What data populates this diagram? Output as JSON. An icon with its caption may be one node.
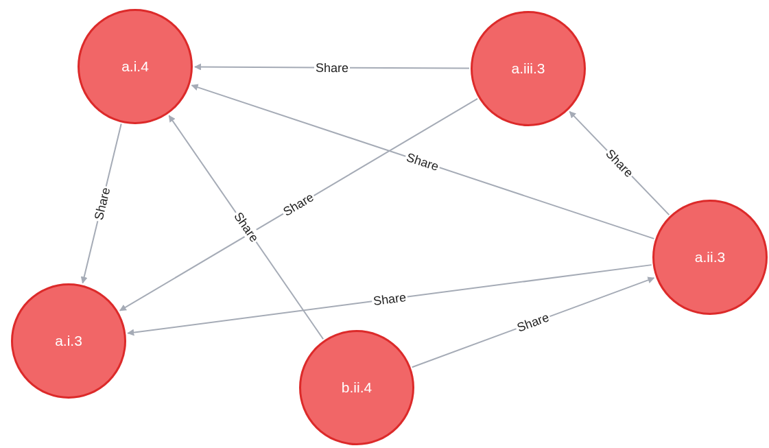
{
  "diagram": {
    "nodes": [
      {
        "text": [
          "a.i.4"
        ]
      },
      {
        "text": [
          "a.iii.3"
        ]
      },
      {
        "text": [
          "a.ii.3"
        ]
      },
      {
        "text": [
          "a.i.3"
        ]
      },
      {
        "text": [
          "b.ii.4"
        ]
      }
    ],
    "edges": [
      {
        "from": 1,
        "to": 0,
        "arrow": "to",
        "label": "Share"
      },
      {
        "from": 2,
        "to": 0,
        "arrow": "to",
        "label": "Share"
      },
      {
        "from": 2,
        "to": 1,
        "arrow": "to",
        "label": "Share"
      },
      {
        "from": 0,
        "to": 3,
        "arrow": "to",
        "label": "Share"
      },
      {
        "from": 1,
        "to": 3,
        "arrow": "to",
        "label": "Share"
      },
      {
        "from": 4,
        "to": 0,
        "arrow": "to",
        "label": "Share"
      },
      {
        "from": 2,
        "to": 3,
        "arrow": "to",
        "label": "Share"
      },
      {
        "from": 4,
        "to": 2,
        "arrow": "to",
        "label": "Share"
      }
    ]
  }
}
